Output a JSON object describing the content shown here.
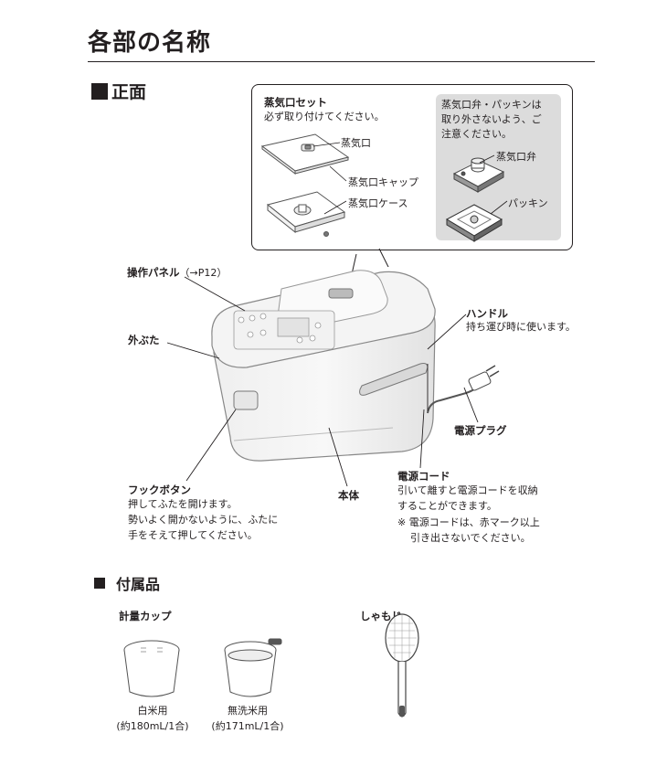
{
  "page_title": "各部の名称",
  "sections": {
    "front": "正面",
    "accessories": "付属品"
  },
  "callout": {
    "heading": "蒸気口セット",
    "note": "必ず取り付けてください。",
    "steam_vent": "蒸気口",
    "steam_vent_cap": "蒸気口キャップ",
    "steam_vent_case": "蒸気口ケース",
    "valve_note": [
      "蒸気口弁・パッキンは",
      "取り外さないよう、ご",
      "注意ください。"
    ],
    "steam_valve": "蒸気口弁",
    "packing": "パッキン"
  },
  "labels": {
    "control_panel": "操作パネル",
    "control_panel_ref": "（→P12）",
    "outer_lid": "外ぶた",
    "handle": "ハンドル",
    "handle_note": "持ち運び時に使います。",
    "power_plug": "電源プラグ",
    "hook_button": "フックボタン",
    "hook_note": [
      "押してふたを開けます。",
      "勢いよく開かないように、ふたに",
      "手をそえて押してください。"
    ],
    "body": "本体",
    "power_cord": "電源コード",
    "power_cord_note": [
      "引いて離すと電源コードを収納",
      "することができます。"
    ],
    "power_cord_warning": [
      "※ 電源コードは、赤マーク以上",
      "引き出さないでください。"
    ]
  },
  "accessories": {
    "measuring_cup": "計量カップ",
    "cup_white_rice": "白米用",
    "cup_white_rice_cap": "(約180mL/1合)",
    "cup_wash_free": "無洗米用",
    "cup_wash_free_cap": "(約171mL/1合)",
    "paddle": "しゃもじ"
  }
}
